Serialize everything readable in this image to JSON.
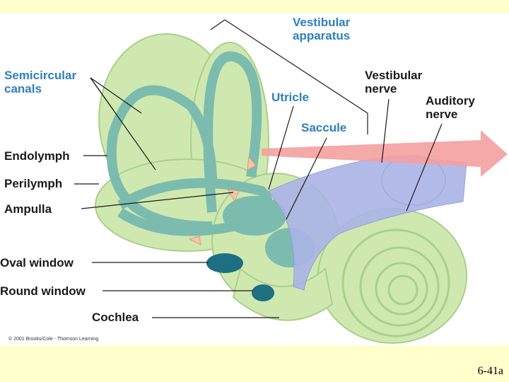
{
  "labels": {
    "vestibular_apparatus_1": "Vestibular",
    "vestibular_apparatus_2": "apparatus",
    "semicircular_1": "Semicircular",
    "semicircular_2": "canals",
    "utricle": "Utricle",
    "saccule": "Saccule",
    "vestibular_nerve_1": "Vestibular",
    "vestibular_nerve_2": "nerve",
    "auditory_nerve_1": "Auditory",
    "auditory_nerve_2": "nerve",
    "endolymph": "Endolymph",
    "perilymph": "Perilymph",
    "ampulla": "Ampulla",
    "oval_window": "Oval window",
    "round_window": "Round window",
    "cochlea": "Cochlea"
  },
  "copyright": "© 2001 Brooks/Cole - Thomson Learning",
  "slide_number": "6-41a",
  "colors": {
    "background": "#ffffcc",
    "panel": "#ffffff",
    "outer_tissue": "#cfe8b0",
    "canal_fill": "#7cbcae",
    "nerve": "#aab4e6",
    "arrow": "#f4a0a0",
    "blue_label": "#2e7fbe"
  }
}
